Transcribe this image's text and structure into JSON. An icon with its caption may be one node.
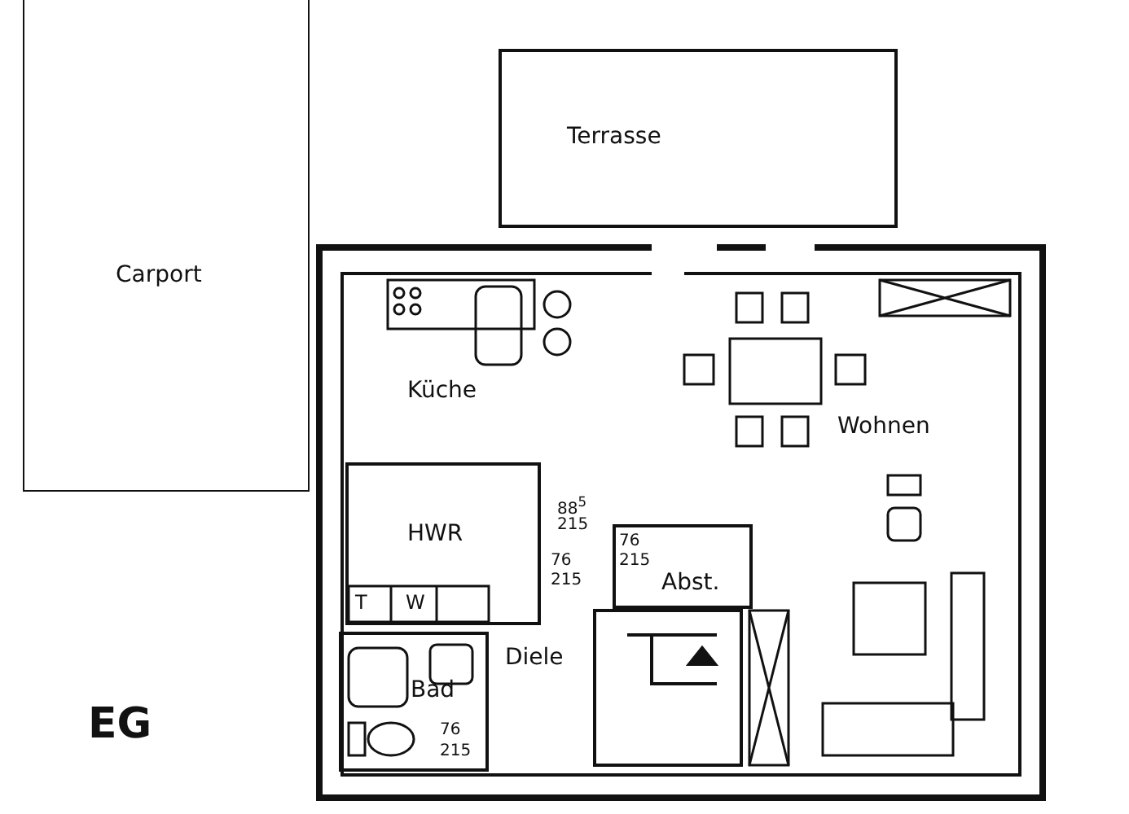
{
  "diagram": {
    "nodes": [
      {
        "text": [
          "Terrasse"
        ]
      },
      {
        "text": [
          "Carport"
        ]
      },
      {
        "text": [
          "Küche"
        ]
      },
      {
        "text": [
          "Wohnen"
        ]
      },
      {
        "text": [
          "HWR"
        ]
      },
      {
        "text": [
          "Abst."
        ],
        "in": 3
      },
      {
        "text": [
          "Diele"
        ]
      },
      {
        "text": [
          "Bad"
        ]
      }
    ],
    "labels": [
      "88$^{5}$",
      "215",
      "76",
      "215",
      "76",
      "215",
      "T",
      "W",
      "76",
      "215",
      "EG"
    ]
  }
}
